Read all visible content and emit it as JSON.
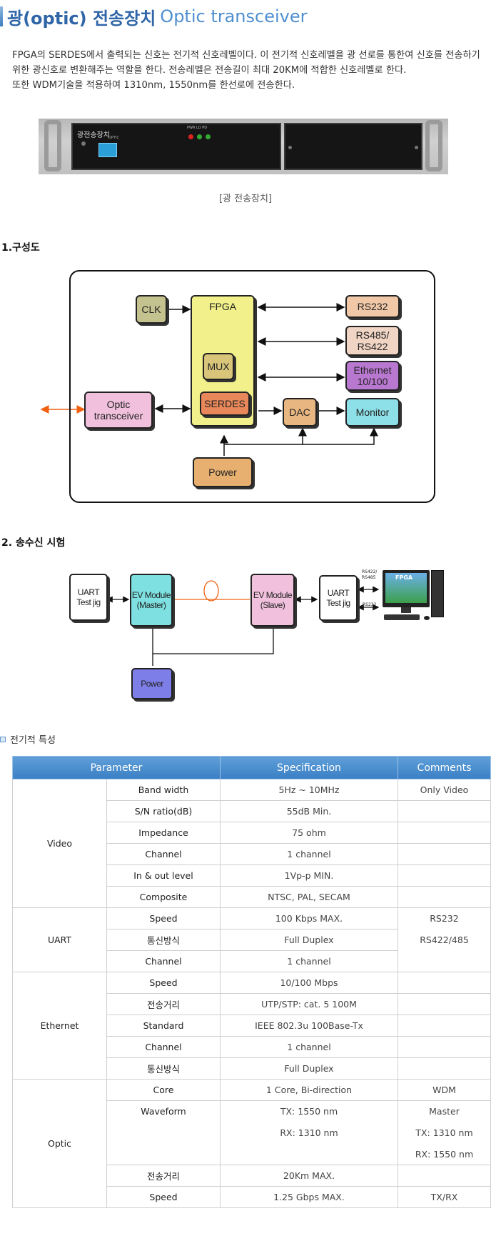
{
  "title": {
    "ko": "광(optic) 전송장치",
    "en": "Optic transceiver"
  },
  "intro": [
    "FPGA의 SERDES에서 출력되는 신호는 전기적 신호레벨이다. 이 전기적 신호레벨을 광 선로를 통한여 신호를 전송하기",
    "위한 광신호로 변환해주는 역할을 한다. 전송레벨은 전송길이 최대 20KM에 적합한 신호레벨로 한다.",
    "또한 WDM기술을 적용하여 1310nm, 1550nm를 한선로에 전송한다."
  ],
  "device": {
    "panel_label": "광전송장치",
    "port_label": "OPTIC",
    "led_labels": "PWR  LD  PD"
  },
  "caption": "[광 전송장치]",
  "section1": "1.구성도",
  "block": {
    "clk": "CLK",
    "fpga": "FPGA",
    "mux": "MUX",
    "serdes": "SERDES",
    "optic": [
      "Optic",
      "transceiver"
    ],
    "dac": "DAC",
    "power": "Power",
    "rs232": "RS232",
    "rs485": [
      "RS485/",
      "RS422"
    ],
    "ethernet": [
      "Ethernet",
      "10/100"
    ],
    "monitor": "Monitor"
  },
  "section2": "2. 송수신 시험",
  "test": {
    "uart_left": [
      "UART",
      "Test jig"
    ],
    "ev_master": [
      "EV Module",
      "(Master)"
    ],
    "ev_slave": [
      "EV Module",
      "(Slave)"
    ],
    "uart_right": [
      "UART",
      "Test jig"
    ],
    "power": "Power",
    "rs_top": [
      "RS422/",
      "RS485"
    ],
    "rs_bottom": "RS232",
    "monitor_brand": "FPGA"
  },
  "spec_heading": "전기적 특성",
  "table": {
    "headers": [
      "Parameter",
      "Specification",
      "Comments"
    ],
    "groups": [
      {
        "name": "Video",
        "rows": [
          {
            "param": "Band width",
            "spec": "5Hz ~ 10MHz",
            "comment": "Only Video"
          },
          {
            "param": "S/N ratio(dB)",
            "spec": "55dB Min.",
            "comment": ""
          },
          {
            "param": "Impedance",
            "spec": "75 ohm",
            "comment": ""
          },
          {
            "param": "Channel",
            "spec": "1 channel",
            "comment": ""
          },
          {
            "param": "In & out level",
            "spec": "1Vp-p MIN.",
            "comment": ""
          },
          {
            "param": "Composite",
            "spec": "NTSC, PAL, SECAM",
            "comment": ""
          }
        ]
      },
      {
        "name": "UART",
        "rows": [
          {
            "param": "Speed",
            "spec": "100 Kbps MAX.",
            "comment": "RS232"
          },
          {
            "param": "통신방식",
            "spec": "Full Duplex",
            "comment": "RS422/485"
          },
          {
            "param": "Channel",
            "spec": "1 channel",
            "comment": ""
          }
        ]
      },
      {
        "name": "Ethernet",
        "rows": [
          {
            "param": "Speed",
            "spec": "10/100 Mbps",
            "comment": ""
          },
          {
            "param": "전송거리",
            "spec": "UTP/STP: cat. 5 100M",
            "comment": ""
          },
          {
            "param": "Standard",
            "spec": "IEEE 802.3u 100Base-Tx",
            "comment": ""
          },
          {
            "param": "Channel",
            "spec": "1 channel",
            "comment": ""
          },
          {
            "param": "통신방식",
            "spec": "Full Duplex",
            "comment": ""
          }
        ]
      },
      {
        "name": "Optic",
        "rows": [
          {
            "param": "Core",
            "spec": "1 Core, Bi-direction",
            "comment": "WDM"
          },
          {
            "param": "Waveform",
            "spec_lines": [
              "TX: 1550 nm",
              "RX: 1310 nm"
            ],
            "comment_lines": [
              "Master",
              "TX: 1310 nm",
              "RX: 1550 nm"
            ]
          },
          {
            "param": "전송거리",
            "spec": "20Km MAX.",
            "comment": ""
          },
          {
            "param": "Speed",
            "spec": "1.25 Gbps MAX.",
            "comment": "TX/RX"
          }
        ]
      }
    ]
  }
}
